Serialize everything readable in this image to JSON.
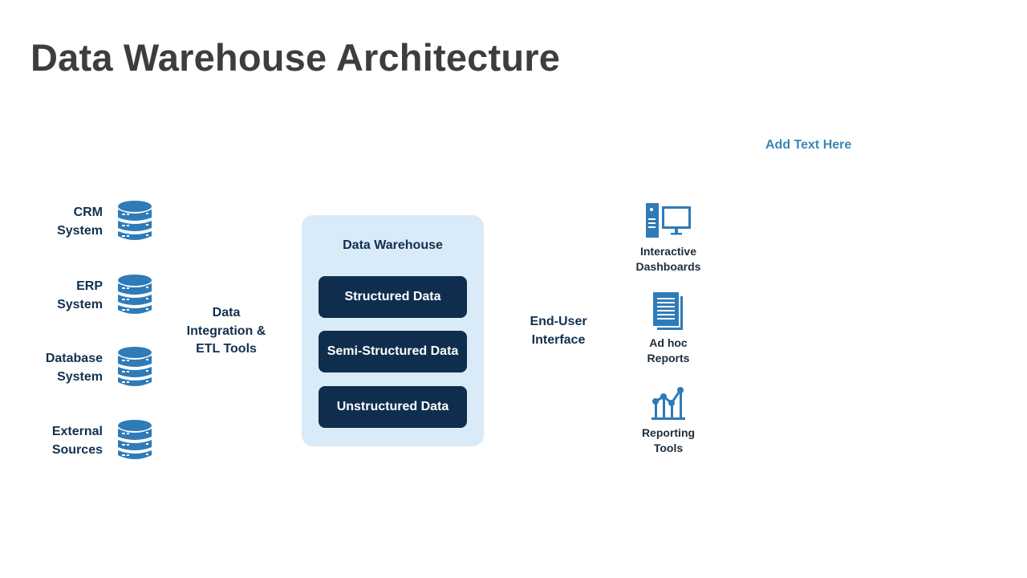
{
  "title": "Data Warehouse Architecture",
  "placeholder_text": "Add Text Here",
  "colors": {
    "title": "#3d3d3d",
    "accent_blue": "#2e7bb8",
    "navy": "#0f2e4d",
    "dw_background": "#d9eaf8",
    "placeholder": "#3a86b8"
  },
  "sources": [
    {
      "line1": "CRM",
      "line2": "System",
      "icon": "database-icon"
    },
    {
      "line1": "ERP",
      "line2": "System",
      "icon": "database-icon"
    },
    {
      "line1": "Database",
      "line2": "System",
      "icon": "database-icon"
    },
    {
      "line1": "External",
      "line2": "Sources",
      "icon": "database-icon"
    }
  ],
  "etl": {
    "line1": "Data",
    "line2": "Integration &",
    "line3": "ETL Tools"
  },
  "warehouse": {
    "title": "Data Warehouse",
    "blocks": [
      "Structured Data",
      "Semi-Structured Data",
      "Unstructured Data"
    ]
  },
  "interface": {
    "line1": "End-User",
    "line2": "Interface"
  },
  "tools": [
    {
      "line1": "Interactive",
      "line2": "Dashboards",
      "icon": "desktop-computer-icon"
    },
    {
      "line1": "Ad hoc",
      "line2": "Reports",
      "icon": "document-report-icon"
    },
    {
      "line1": "Reporting",
      "line2": "Tools",
      "icon": "line-bar-chart-icon"
    }
  ]
}
